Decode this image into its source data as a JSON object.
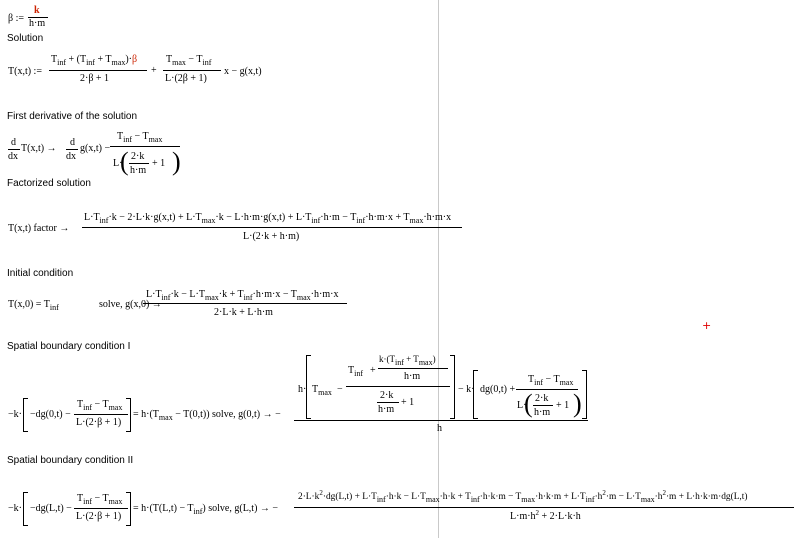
{
  "worksheet": {
    "beta_def": {
      "lhs": "β :=",
      "num": "k",
      "den": "h·m"
    },
    "headings": {
      "solution": "Solution",
      "first_derivative": "First derivative of the solution",
      "factorized": "Factorized solution",
      "initial": "Initial condition",
      "spatial_bc1": "Spatial boundary condition I",
      "spatial_bc2": "Spatial boundary condition II"
    },
    "solution": {
      "lhs": "T(x,t) :=",
      "f1_num_a": "T",
      "f1_num_a_sub": "inf",
      "f1_num_b": " + (T",
      "f1_num_b_sub": "inf",
      "f1_num_c": " + T",
      "f1_num_c_sub": "max",
      "f1_num_d": ")·",
      "f1_num_beta": "β",
      "f1_den": "2·β + 1",
      "plus": "+",
      "f2_num_a": "T",
      "f2_num_a_sub": "max",
      "f2_num_b": " − T",
      "f2_num_b_sub": "inf",
      "f2_den": "L·(2β + 1)",
      "tail": "x − g(x,t)"
    },
    "derivative": {
      "d_top": "d",
      "d_bot": "dx",
      "lhs_fn": "T(x,t) →",
      "rhs_d_top": "d",
      "rhs_d_bot": "dx",
      "rhs_fn": "g(x,t) −",
      "num_a": "T",
      "num_a_sub": "inf",
      "num_b": " − T",
      "num_b_sub": "max",
      "den_L": "L·",
      "inner_num": "2·k",
      "inner_den": "h·m",
      "inner_plus": "+ 1"
    },
    "factorized": {
      "lhs": "T(x,t) factor  →",
      "num": "L·T_inf·k − 2·L·k·g(x,t) + L·T_max·k − L·h·m·g(x,t) + L·T_inf·h·m − T_inf·h·m·x + T_max·h·m·x",
      "den": "L·(2·k + h·m)"
    },
    "initial": {
      "lhs": "T(x,0) = T",
      "lhs_sub": "inf",
      "solve": "solve, g(x,0)  →  −",
      "num": "L·T_inf·k − L·T_max·k + T_inf·h·m·x − T_max·h·m·x",
      "den": "2·L·k + L·h·m"
    },
    "bc1": {
      "lhs_k": "−k·",
      "lhs_dg": "−dg(0,t) −",
      "frac_num_a": "T",
      "frac_num_a_sub": "inf",
      "frac_num_b": " − T",
      "frac_num_b_sub": "max",
      "frac_den": "L·(2·β + 1)",
      "eq": "= h·(T",
      "eq_sub": "max",
      "eq_rest": " − T(0,t)) solve, g(0,t)  →  −",
      "big_h": "h·",
      "t_max": "T",
      "t_max_sub": "max",
      "minus": "−",
      "inner_top_a": "T",
      "inner_top_a_sub": "inf",
      "inner_top_plus": "+",
      "kfrac_num": "k·(T",
      "kfrac_num_sub1": "inf",
      "kfrac_num_mid": " + T",
      "kfrac_num_sub2": "max",
      "kfrac_num_end": ")",
      "kfrac_den": "h·m",
      "inner_bot_num": "2·k",
      "inner_bot_den": "h·m",
      "inner_bot_plus": "+ 1",
      "mid": "− k·",
      "dg": "dg(0,t) +",
      "rf_num_a": "T",
      "rf_num_a_sub": "inf",
      "rf_num_b": " − T",
      "rf_num_b_sub": "max",
      "rf_den_L": "L·",
      "rf_inner_num": "2·k",
      "rf_inner_den": "h·m",
      "rf_inner_plus": "+ 1",
      "denominator": "h"
    },
    "bc2": {
      "lhs_k": "−k·",
      "lhs_dg": "−dg(L,t) −",
      "frac_num_a": "T",
      "frac_num_a_sub": "inf",
      "frac_num_b": " − T",
      "frac_num_b_sub": "max",
      "frac_den": "L·(2·β + 1)",
      "eq": "= h·(T(L,t) − T",
      "eq_sub": "inf",
      "eq_rest": ") solve, g(L,t)  →  −",
      "num": "2·L·k²·dg(L,t) + L·T_inf·h·k − L·T_max·h·k + T_inf·h·k·m − T_max·h·k·m + L·T_inf·h²·m − L·T_max·h²·m + L·h·k·m·dg(L,t)",
      "den": "L·m·h² + 2·L·k·h"
    }
  },
  "colors": {
    "highlight": "#cc2200",
    "cursor_cross": "#e00000",
    "page_guide": "#c9c9c9"
  }
}
